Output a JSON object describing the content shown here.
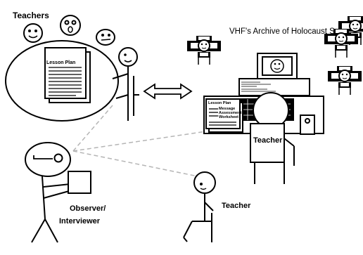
{
  "labels": {
    "teachers_group": "Teachers",
    "archive_title": "VHF's Archive of Holocaust Sc",
    "lesson_plan_table": "Lesson Plan",
    "lesson_plan_desk": "Lesson Plan",
    "desk_doc_line1": "Message",
    "desk_doc_line2": "Assessment",
    "desk_doc_line3": "Worksheet",
    "teacher_desk": "Teacher",
    "observer_line1": "Observer/",
    "observer_line2": "Interviewer",
    "teacher_seated": "Teacher"
  },
  "colors": {
    "ink": "#000000",
    "paper": "#ffffff",
    "dashed_link": "#b5b5b5"
  },
  "icons": [
    "talking-head-icon",
    "double-arrow-icon",
    "computer-monitor-icon",
    "smiley-face-icon"
  ]
}
